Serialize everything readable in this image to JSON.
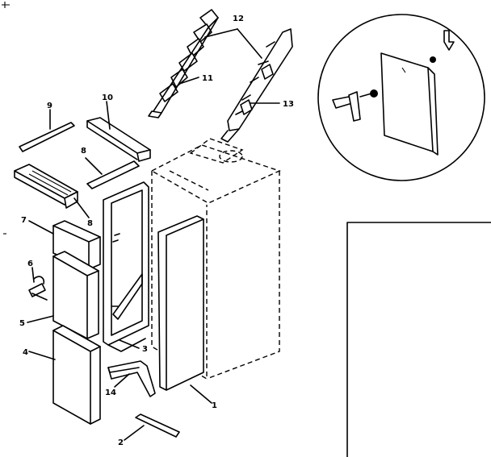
{
  "callouts": {
    "c1": "1",
    "c2": "2",
    "c3": "3",
    "c4": "4",
    "c5": "5",
    "c6": "6",
    "c7": "7",
    "c8": "8",
    "c9": "9",
    "c10": "10",
    "c11": "11",
    "c12": "12",
    "c13": "13",
    "c14": "14",
    "c8b": "8"
  }
}
